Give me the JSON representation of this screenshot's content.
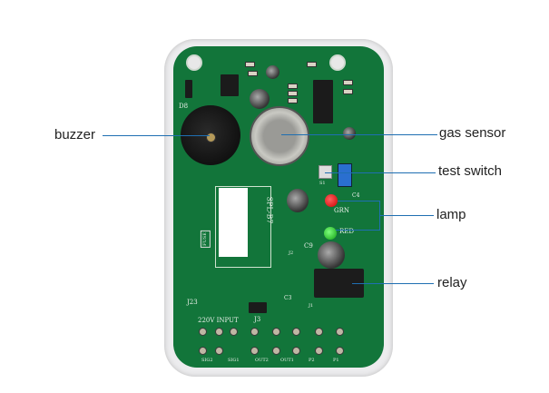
{
  "callouts": {
    "buzzer": "buzzer",
    "gas_sensor": "gas sensor",
    "test_switch": "test switch",
    "lamp": "lamp",
    "relay": "relay"
  },
  "silkscreen": {
    "d8": "D8",
    "transformer": "SPL-B7",
    "fuse": "FUSE",
    "grn": "GRN",
    "red": "RED",
    "c9": "C9",
    "c3": "C3",
    "c4": "C4",
    "s1": "S1",
    "j1": "J1",
    "j2": "J2",
    "j3": "J3",
    "j23": "J23",
    "input": "220V INPUT",
    "terminals": [
      "SIG2",
      "SIG1",
      "OUT2",
      "OUT1",
      "P2",
      "P1"
    ]
  },
  "colors": {
    "pcb": "#12753a",
    "callout_line": "#1f6fb2"
  }
}
